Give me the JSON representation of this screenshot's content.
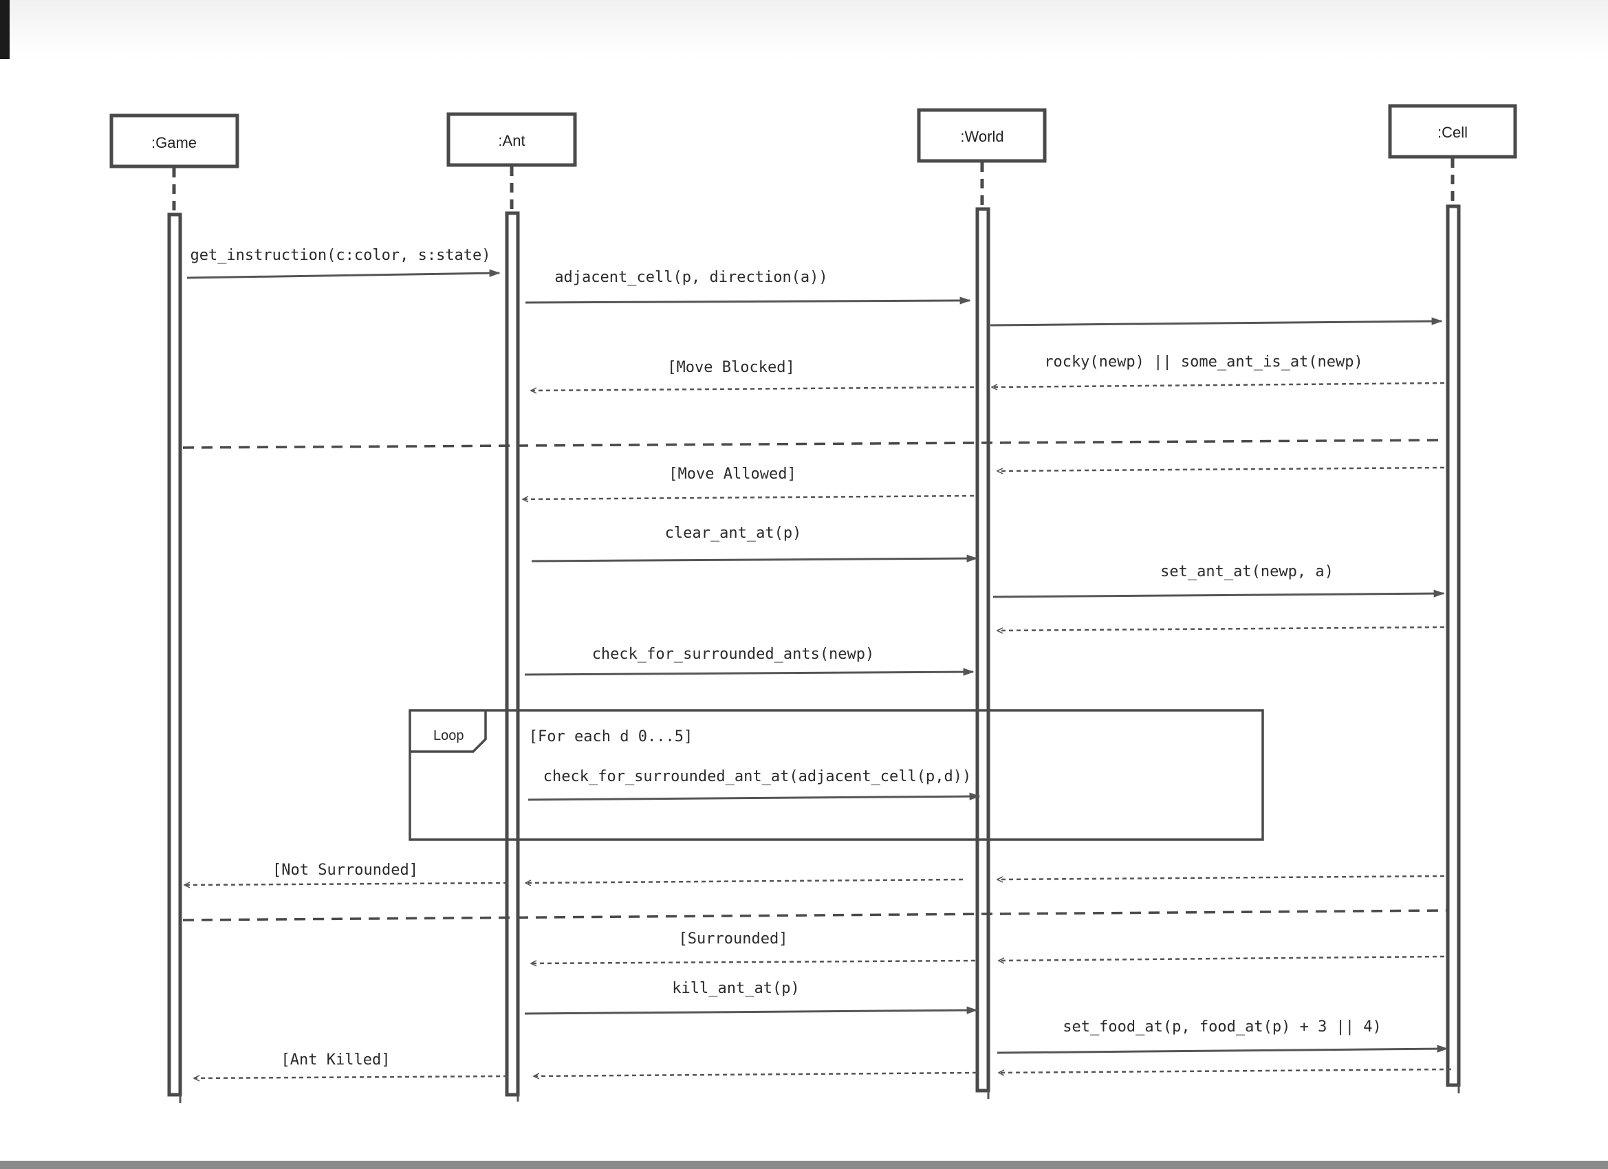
{
  "participants": [
    {
      "id": "game",
      "label": ":Game"
    },
    {
      "id": "ant",
      "label": ":Ant"
    },
    {
      "id": "world",
      "label": ":World"
    },
    {
      "id": "cell",
      "label": ":Cell"
    }
  ],
  "messages": {
    "get_instruction": "get_instruction(c:color, s:state)",
    "adjacent_cell": "adjacent_cell(p, direction(a))",
    "move_blocked": "[Move Blocked]",
    "rocky_or_ant": "rocky(newp) || some_ant_is_at(newp)",
    "move_allowed": "[Move Allowed]",
    "clear_ant_at": "clear_ant_at(p)",
    "set_ant_at": "set_ant_at(newp, a)",
    "check_surrounded_ants": "check_for_surrounded_ants(newp)",
    "check_surrounded_ant_at": "check_for_surrounded_ant_at(adjacent_cell(p,d))",
    "not_surrounded": "[Not Surrounded]",
    "surrounded": "[Surrounded]",
    "kill_ant_at": "kill_ant_at(p)",
    "set_food_at": "set_food_at(p, food_at(p) + 3 || 4)",
    "ant_killed": "[Ant Killed]"
  },
  "loop": {
    "tag": "Loop",
    "guard": "[For each d 0...5]"
  }
}
